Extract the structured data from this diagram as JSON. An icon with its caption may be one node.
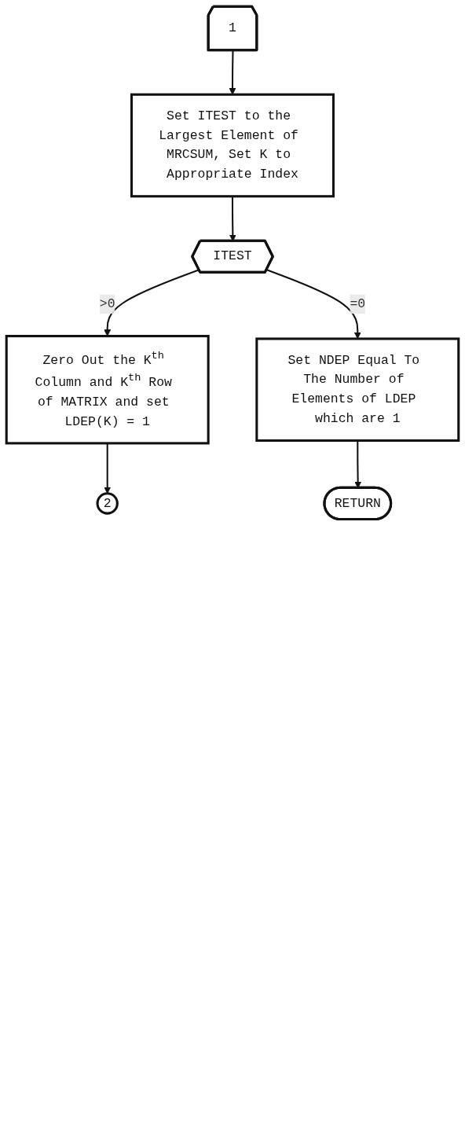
{
  "diagram": {
    "nodes": [
      {
        "text": [
          "1"
        ]
      },
      {
        "text": [
          "Set ITEST to the Largest Element of MRCSUM, Set K to Appropriate Index"
        ]
      },
      {
        "text": [
          "ITEST"
        ]
      },
      {
        "text": [
          "Zero Out the K$^{th}$ Column and K$^{th}$ Row of MATRIX and set LDEP(K) = 1"
        ]
      },
      {
        "text": [
          "2"
        ]
      },
      {
        "text": [
          "Set NDEP Equal To The Number of Elements of LDEP which are 1"
        ]
      },
      {
        "text": [
          "RETURN"
        ]
      }
    ],
    "edges": [
      {
        "from": 0,
        "to": 1,
        "arrow": "to"
      },
      {
        "from": 1,
        "to": 2,
        "arrow": "to"
      },
      {
        "from": 2,
        "to": 3,
        "arrow": "to",
        "label": ">0"
      },
      {
        "from": 3,
        "to": 4,
        "arrow": "to"
      },
      {
        "from": 2,
        "to": 5,
        "arrow": "to",
        "label": "=0"
      },
      {
        "from": 5,
        "to": 6,
        "arrow": "to"
      }
    ]
  }
}
